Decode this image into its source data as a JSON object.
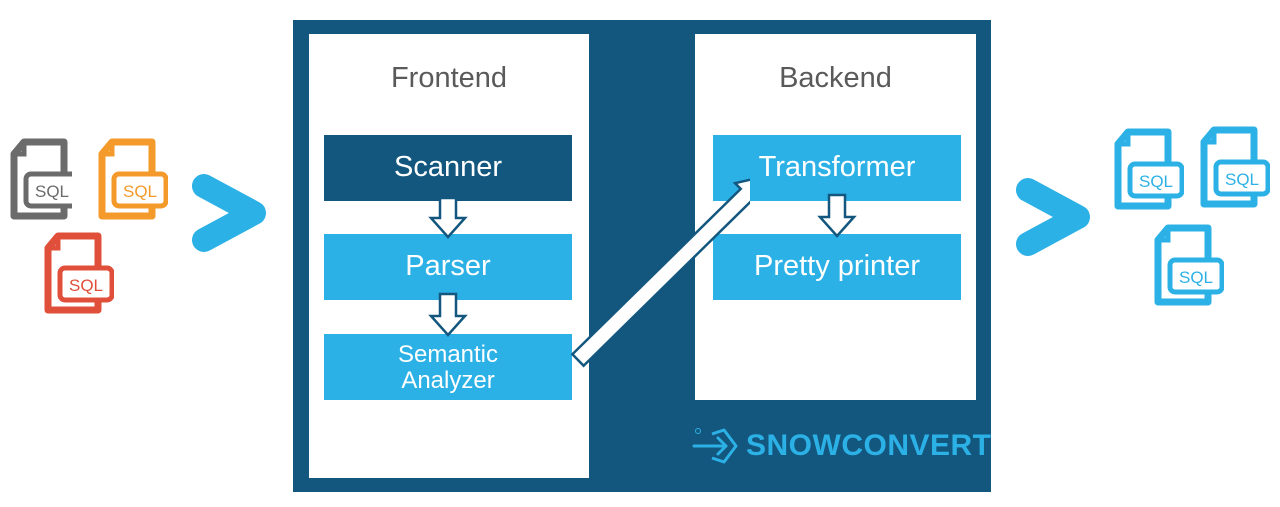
{
  "diagram": {
    "input_files": [
      {
        "label": "SQL",
        "color": "#6b6b6b"
      },
      {
        "label": "SQL",
        "color": "#f39a2b"
      },
      {
        "label": "SQL",
        "color": "#e04f3a"
      }
    ],
    "output_files": [
      {
        "label": "SQL",
        "color": "#2cb1e6"
      },
      {
        "label": "SQL",
        "color": "#2cb1e6"
      },
      {
        "label": "SQL",
        "color": "#2cb1e6"
      }
    ],
    "frontend": {
      "title": "Frontend",
      "stages": [
        "Scanner",
        "Parser",
        "Semantic Analyzer"
      ]
    },
    "backend": {
      "title": "Backend",
      "stages": [
        "Transformer",
        "Pretty printer"
      ]
    },
    "brand": {
      "name": "SNOWCONVERT"
    },
    "colors": {
      "dark_blue": "#13577f",
      "light_blue": "#2cb1e6",
      "title_gray": "#5a5a5a"
    }
  }
}
